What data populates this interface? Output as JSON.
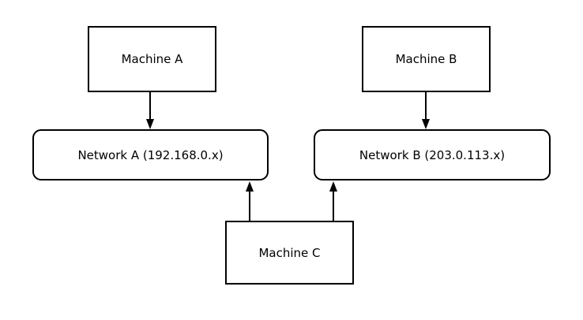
{
  "diagram": {
    "background_color": "#ffffff",
    "line_color": "#000000",
    "node_fill_color": "#ffffff",
    "text_color": "#000000",
    "nodes": {
      "machine_a": {
        "label": "Machine A",
        "shape": "rectangle"
      },
      "machine_b": {
        "label": "Machine B",
        "shape": "rectangle"
      },
      "network_a": {
        "label": "Network A (192.168.0.x)",
        "shape": "rounded-rectangle"
      },
      "network_b": {
        "label": "Network B (203.0.113.x)",
        "shape": "rounded-rectangle"
      },
      "machine_c": {
        "label": "Machine C",
        "shape": "rectangle"
      }
    },
    "edges": [
      {
        "from": "Machine A",
        "to": "Network A (192.168.0.x)",
        "direction": "down"
      },
      {
        "from": "Machine B",
        "to": "Network B (203.0.113.x)",
        "direction": "down"
      },
      {
        "from": "Machine C",
        "to": "Network A (192.168.0.x)",
        "direction": "up"
      },
      {
        "from": "Machine C",
        "to": "Network B (203.0.113.x)",
        "direction": "up"
      }
    ]
  }
}
